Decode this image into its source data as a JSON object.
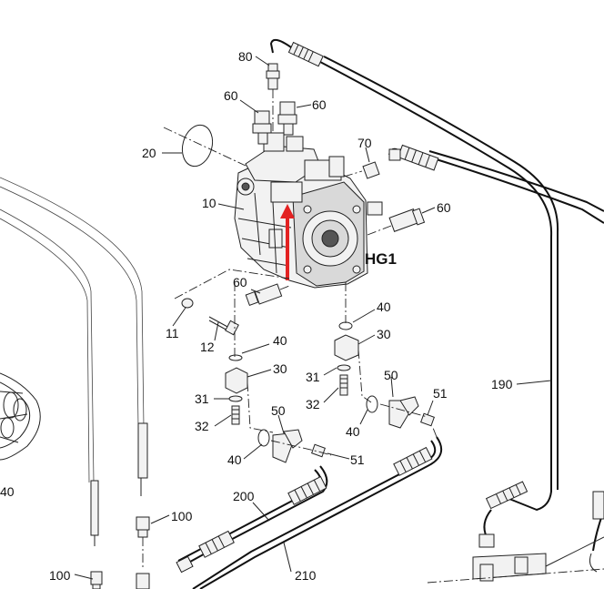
{
  "diagram": {
    "callouts": {
      "c80": "80",
      "c60a": "60",
      "c60b": "60",
      "c20": "20",
      "c70": "70",
      "c10": "10",
      "c60c": "60",
      "c60d": "60",
      "hg1": "HG1",
      "c11": "11",
      "c12": "12",
      "c40a": "40",
      "c30a": "30",
      "c31a": "31",
      "c32a": "32",
      "c40b": "40",
      "c30b": "30",
      "c31b": "31",
      "c32b": "32",
      "c50a": "50",
      "c51a": "51",
      "c40c": "40",
      "c50b": "50",
      "c51b": "51",
      "c40d": "40",
      "c190": "190",
      "c40e": "40",
      "c200": "200",
      "c100a": "100",
      "c100b": "100",
      "c210": "210"
    },
    "colors": {
      "line": "#222222",
      "highlight_arrow": "#e32222",
      "background": "#ffffff"
    }
  }
}
